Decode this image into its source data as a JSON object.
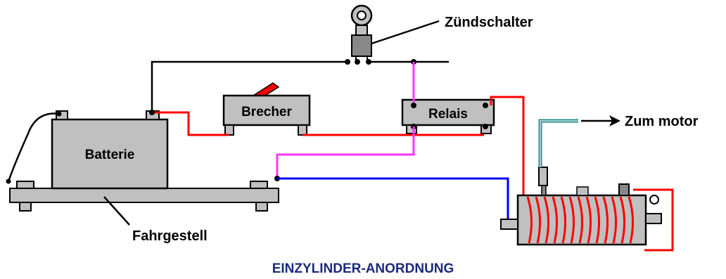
{
  "labels": {
    "ignition_switch": "Zündschalter",
    "breaker": "Brecher",
    "relay": "Relais",
    "battery": "Batterie",
    "chassis": "Fahrgestell",
    "to_motor": "Zum motor"
  },
  "caption": "EINZYLINDER-ANORDNUNG",
  "colors": {
    "wire_black": "#000000",
    "wire_red": "#ff0000",
    "wire_magenta": "#ff33ff",
    "wire_blue": "#0000ff",
    "wire_teal": "#2e8b8b",
    "component_fill": "#c0c0c0",
    "caption": "#1a2a7a",
    "coil": "#ff0000"
  }
}
